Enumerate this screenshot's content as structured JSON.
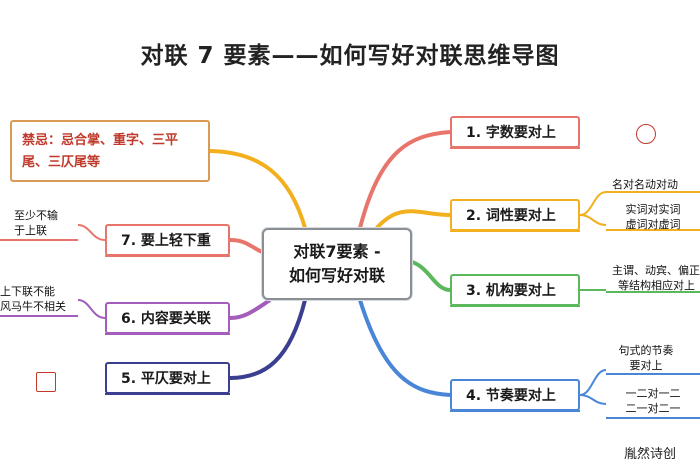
{
  "title": "对联 7 要素——如何写好对联思维导图",
  "center": {
    "line1": "对联7要素 -",
    "line2": "如何写好对联"
  },
  "right_nodes": [
    {
      "label": "1. 字数要对上",
      "color": "#e8756b"
    },
    {
      "label": "2. 词性要对上",
      "color": "#f2b01e"
    },
    {
      "label": "3. 机构要对上",
      "color": "#5cb85c"
    },
    {
      "label": "4. 节奏要对上",
      "color": "#4a86d8"
    }
  ],
  "left_nodes": [
    {
      "label": "7. 要上轻下重",
      "color": "#e8756b"
    },
    {
      "label": "6. 内容要关联",
      "color": "#a35dbb"
    },
    {
      "label": "5. 平仄要对上",
      "color": "#3a3f8f"
    }
  ],
  "taboo": {
    "text": "禁忌：忌合掌、重字、三平尾、三仄尾等",
    "color": "#d99a55"
  },
  "notes": {
    "n2a": "名对名动对动",
    "n2b1": "实词对实词",
    "n2b2": "虚词对虚词",
    "n3a": "主谓、动宾、偏正",
    "n3b": "等结构相应对上",
    "n4a1": "句式的节奏",
    "n4a2": "要对上",
    "n4b1": "一二对一二",
    "n4b2": "二一对二一",
    "n7a1": "至少不输",
    "n7a2": "于上联",
    "n6a1": "上下联不能",
    "n6a2": "风马牛不相关"
  },
  "watermark": "胤然诗创"
}
